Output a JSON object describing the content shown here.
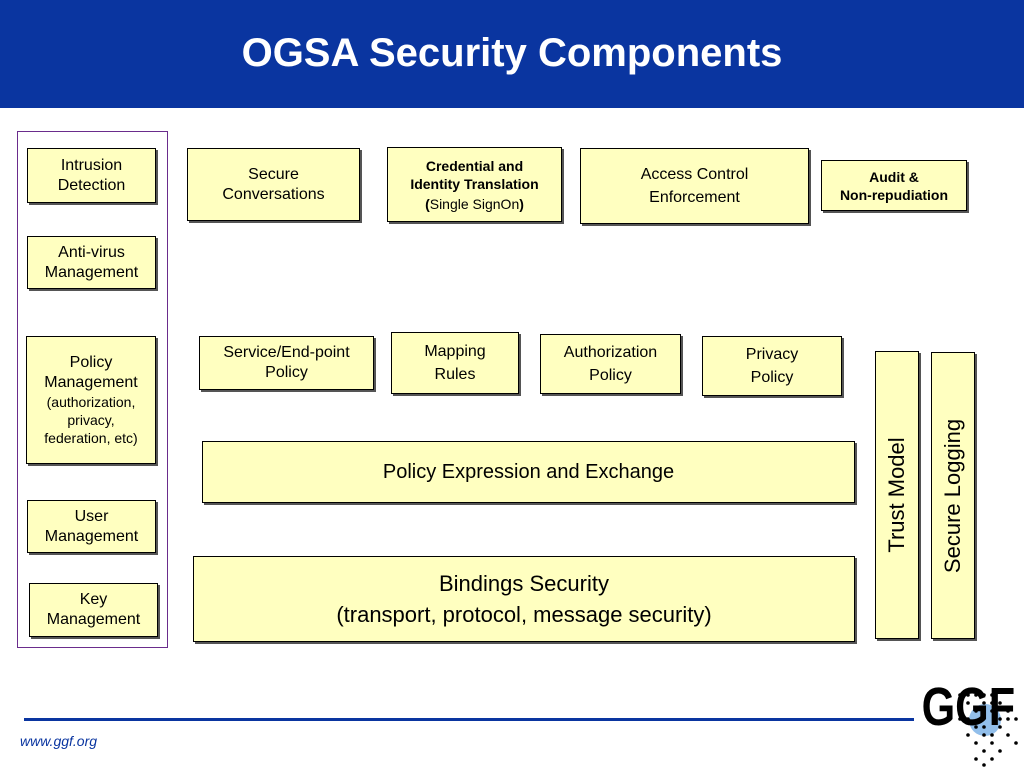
{
  "header": {
    "title": "OGSA Security Components"
  },
  "sidebar": {
    "items": [
      {
        "lines": [
          "Intrusion",
          "Detection"
        ]
      },
      {
        "lines": [
          "Anti-virus",
          "Management"
        ]
      },
      {
        "lines": [
          "Policy",
          "Management"
        ],
        "sub": [
          "(authorization,",
          "privacy,",
          "federation, etc)"
        ]
      },
      {
        "lines": [
          "User",
          "Management"
        ]
      },
      {
        "lines": [
          "Key",
          "Management"
        ]
      }
    ]
  },
  "top_row": {
    "secure_conversations": [
      "Secure",
      "Conversations"
    ],
    "credential": {
      "lines": [
        "Credential and",
        "Identity Translation"
      ],
      "sso_open": "(",
      "sso": "Single SignOn",
      "sso_close": ")"
    },
    "access_control": [
      "Access Control",
      "Enforcement"
    ],
    "audit": [
      "Audit &",
      "Non-repudiation"
    ]
  },
  "middle_row": {
    "service_endpoint": [
      "Service/End-point",
      "Policy"
    ],
    "mapping": [
      "Mapping",
      "Rules"
    ],
    "authorization": [
      "Authorization",
      "Policy"
    ],
    "privacy": [
      "Privacy",
      "Policy"
    ]
  },
  "policy_expression": "Policy Expression and Exchange",
  "bindings": [
    "Bindings Security",
    "(transport, protocol, message security)"
  ],
  "vertical": {
    "trust_model": "Trust Model",
    "secure_logging": "Secure Logging"
  },
  "footer": {
    "url": "www.ggf.org",
    "logo_text": "GGF"
  },
  "colors": {
    "header": "#0a35a0",
    "box_fill": "#ffffc0",
    "sidebar_border": "#6a2c8c"
  }
}
